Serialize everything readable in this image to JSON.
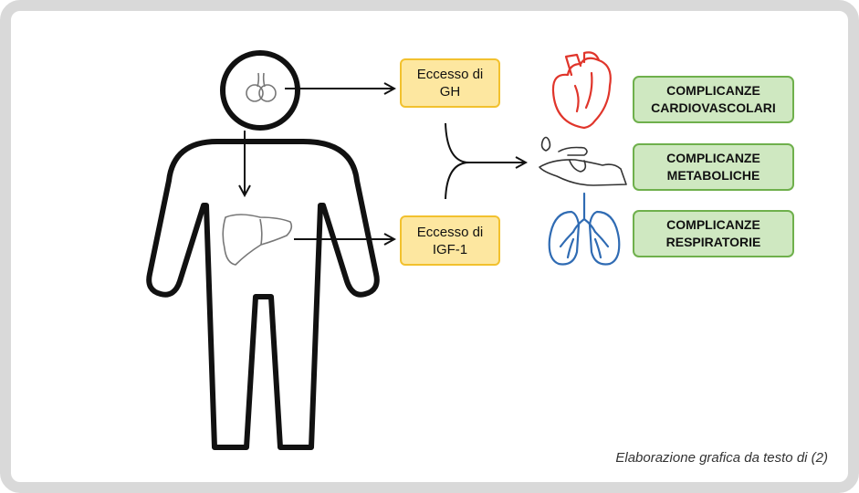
{
  "excess": {
    "gh": [
      "Eccesso di",
      "GH"
    ],
    "igf1": [
      "Eccesso di",
      "IGF-1"
    ]
  },
  "complications": {
    "cardio": [
      "COMPLICANZE",
      "CARDIOVASCOLARI"
    ],
    "metabolic": [
      "COMPLICANZE",
      "METABOLICHE"
    ],
    "respiratory": [
      "COMPLICANZE",
      "RESPIRATORIE"
    ]
  },
  "caption": "Elaborazione grafica da testo di (2)",
  "colors": {
    "excess_fill": "#fde7a0",
    "excess_border": "#f2c12e",
    "complication_fill": "#cfe8c1",
    "complication_border": "#6fb04c",
    "heart": "#e0352b",
    "lungs": "#2f6bb3"
  },
  "icons": [
    "human-body-outline-icon",
    "pituitary-gland-icon",
    "liver-icon",
    "heart-icon",
    "glucose-test-hand-icon",
    "lungs-icon"
  ]
}
